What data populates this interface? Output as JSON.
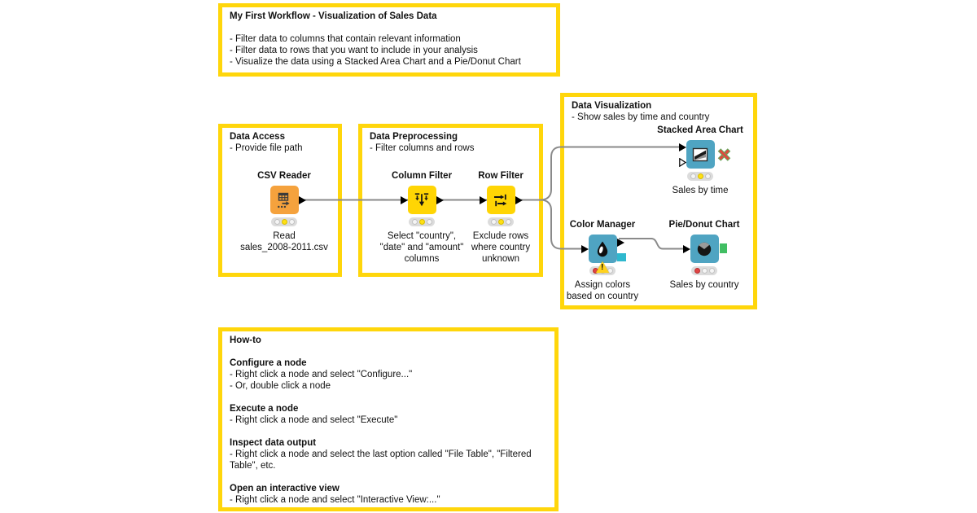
{
  "annotations": {
    "workflow_title": {
      "title": "My First Workflow - Visualization of Sales Data",
      "lines": [
        "- Filter data to columns that contain relevant information",
        "- Filter data to rows that you want to include in your analysis",
        "- Visualize the data using a Stacked Area Chart and a Pie/Donut Chart"
      ]
    },
    "data_access": {
      "title": "Data Access",
      "lines": [
        "- Provide file path"
      ]
    },
    "data_preprocessing": {
      "title": "Data Preprocessing",
      "lines": [
        "- Filter columns and rows"
      ]
    },
    "data_visualization": {
      "title": "Data Visualization",
      "lines": [
        "- Show sales by time and country"
      ]
    },
    "how_to": {
      "title": "How-to",
      "sections": [
        {
          "heading": "Configure a node",
          "lines": [
            "- Right click a node and select \"Configure...\"",
            "- Or, double click a node"
          ]
        },
        {
          "heading": "Execute a node",
          "lines": [
            "- Right click a node and select \"Execute\""
          ]
        },
        {
          "heading": "Inspect data output",
          "lines": [
            "- Right click a node and select the last option called \"File Table\", \"Filtered Table\", etc."
          ]
        },
        {
          "heading": "Open an interactive view",
          "lines": [
            "- Right click a node and select \"Interactive View:...\""
          ]
        }
      ]
    }
  },
  "nodes": {
    "csv_reader": {
      "label": "CSV Reader",
      "caption": [
        "Read",
        "sales_2008-2011.csv"
      ],
      "status": "configured"
    },
    "column_filter": {
      "label": "Column Filter",
      "caption": [
        "Select \"country\",",
        "\"date\" and \"amount\"",
        "columns"
      ],
      "status": "configured"
    },
    "row_filter": {
      "label": "Row Filter",
      "caption": [
        "Exclude rows",
        "where country",
        "unknown"
      ],
      "status": "configured"
    },
    "stacked_area_chart": {
      "label": "Stacked Area Chart",
      "caption": [
        "Sales by time"
      ],
      "status": "configured"
    },
    "color_manager": {
      "label": "Color Manager",
      "caption": [
        "Assign colors",
        "based on country"
      ],
      "status": "error_warning"
    },
    "pie_donut_chart": {
      "label": "Pie/Donut Chart",
      "caption": [
        "Sales by country"
      ],
      "status": "error"
    }
  },
  "colors": {
    "annotation_border": "#FFD60B",
    "node_orange": "#F5A23D",
    "node_yellow": "#FFD504",
    "node_teal": "#4FA4C2",
    "wire": "#8A8A8A",
    "traffic_yellow": "#FFE013",
    "traffic_red": "#E04444",
    "port_cyan": "#2FB8CE",
    "port_green": "#41BE63"
  }
}
